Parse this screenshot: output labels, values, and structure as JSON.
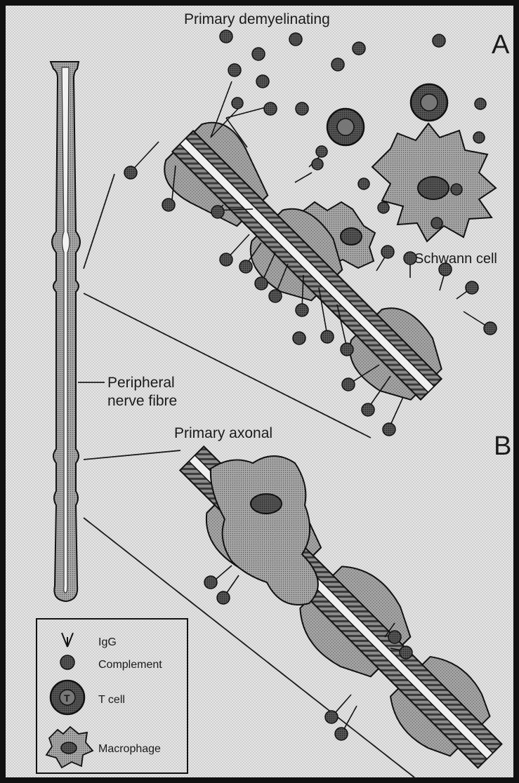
{
  "figure": {
    "panel_a_letter": "A",
    "panel_b_letter": "B",
    "label_primary_demyelinating": "Primary demyelinating",
    "label_schwann_cell": "Schwann cell",
    "label_peripheral_nerve_fibre_line1": "Peripheral",
    "label_peripheral_nerve_fibre_line2": "nerve fibre",
    "label_primary_axonal": "Primary axonal"
  },
  "legend": {
    "igg": "IgG",
    "complement": "Complement",
    "t_cell": "T cell",
    "macrophage": "Macrophage",
    "t_cell_symbol": "T"
  },
  "colors": {
    "background": "#e6e6e6",
    "stipple": "#b4b4b4",
    "outline": "#1a1a1a",
    "shaded_cell": "#9a9a9a",
    "dark_dot": "#3a3a3a"
  }
}
